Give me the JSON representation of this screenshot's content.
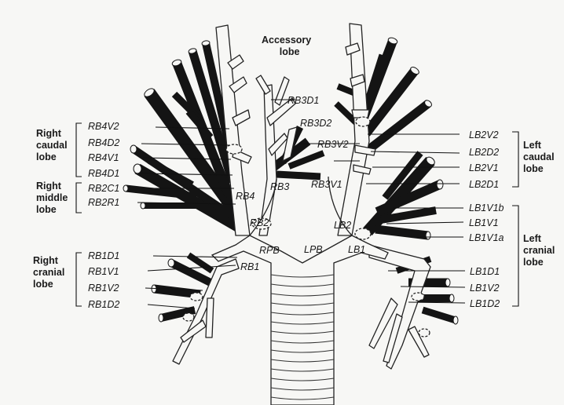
{
  "groups": {
    "accessory": [
      "Accessory",
      "lobe"
    ],
    "right_caudal": [
      "Right",
      "caudal",
      "lobe"
    ],
    "right_middle": [
      "Right",
      "middle",
      "lobe"
    ],
    "right_cranial": [
      "Right",
      "cranial",
      "lobe"
    ],
    "left_caudal": [
      "Left",
      "caudal",
      "lobe"
    ],
    "left_cranial": [
      "Left",
      "cranial",
      "lobe"
    ]
  },
  "labels": {
    "rb3d1": "RB3D1",
    "rb3d2": "RB3D2",
    "rb3v2": "RB3V2",
    "rb3": "RB3",
    "rb3v1": "RB3V1",
    "rb4v2": "RB4V2",
    "rb4d2": "RB4D2",
    "rb4v1": "RB4V1",
    "rb4d1": "RB4D1",
    "rb4": "RB4",
    "rb2c1": "RB2C1",
    "rb2r1": "RB2R1",
    "rb2": "RB2",
    "rb1d1": "RB1D1",
    "rb1v1": "RB1V1",
    "rb1v2": "RB1V2",
    "rb1d2": "RB1D2",
    "rb1": "RB1",
    "rpb": "RPB",
    "lpb": "LPB",
    "lb1": "LB1",
    "lb2": "LB2",
    "lb2v2": "LB2V2",
    "lb2d2": "LB2D2",
    "lb2v1": "LB2V1",
    "lb2d1": "LB2D1",
    "lb1v1b": "LB1V1b",
    "lb1v1": "LB1V1",
    "lb1v1a": "LB1V1a",
    "lb1d1": "LB1D1",
    "lb1v2": "LB1V2",
    "lb1d2": "LB1D2"
  }
}
